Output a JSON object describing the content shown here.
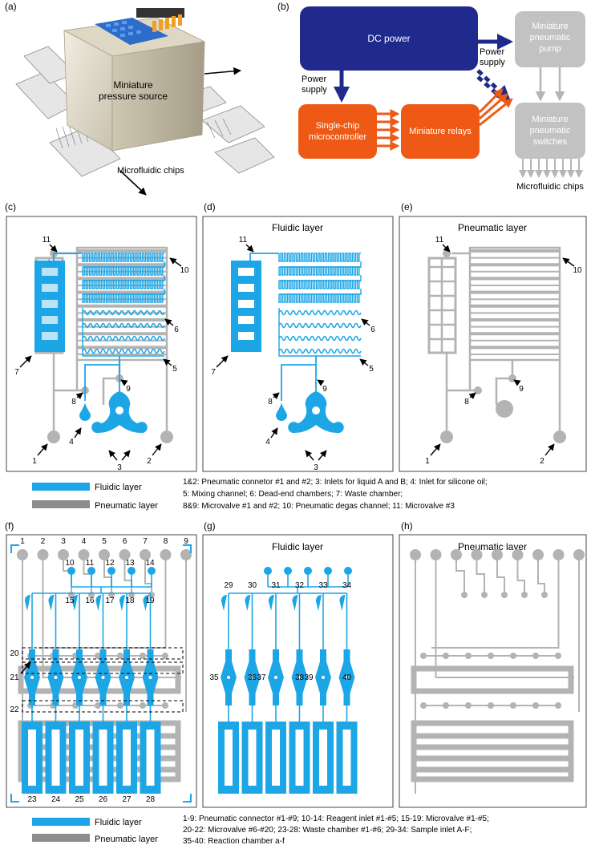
{
  "colors": {
    "fluidic": "#1ca6e6",
    "pneumatic": "#b3b3b3",
    "navy": "#1f2a8c",
    "orange": "#ee5a16",
    "gray_box": "#c2c2c2",
    "frame": "#444444"
  },
  "panel_letters": {
    "a": "(a)",
    "b": "(b)",
    "c": "(c)",
    "d": "(d)",
    "e": "(e)",
    "f": "(f)",
    "g": "(g)",
    "h": "(h)"
  },
  "panel_a": {
    "device_label_1": "Miniature",
    "device_label_2": "pressure source",
    "chips_label": "Microfluidic chips"
  },
  "panel_b": {
    "dc_power": "DC power",
    "pump_1": "Miniature",
    "pump_2": "pneumatic",
    "pump_3": "pump",
    "switch_1": "Miniature",
    "switch_2": "pneumatic",
    "switch_3": "switches",
    "mcu_1": "Single-chip",
    "mcu_2": "microcontroller",
    "relays": "Miniature relays",
    "power_supply_1": "Power",
    "power_supply_2": "supply",
    "chips": "Microfluidic chips"
  },
  "layer_titles": {
    "fluidic": "Fluidic layer",
    "pneumatic": "Pneumatic layer"
  },
  "top_callouts": [
    "1",
    "2",
    "3",
    "4",
    "5",
    "6",
    "7",
    "8",
    "9",
    "10",
    "11"
  ],
  "legend": {
    "fluidic": "Fluidic layer",
    "pneumatic": "Pneumatic layer"
  },
  "caption_top": [
    "1&2: Pneumatic connetor #1 and #2; 3: Inlets for liquid A and B; 4: Inlet for silicone oil;",
    "5: Mixing channel; 6: Dead-end chambers; 7: Waste chamber;",
    "8&9: Microvalve #1 and #2; 10: Pneumatic degas channel; 11: Microvalve #3"
  ],
  "bottom_connectors": [
    "1",
    "2",
    "3",
    "4",
    "5",
    "6",
    "7",
    "8",
    "9"
  ],
  "bottom_reagents": [
    "10",
    "11",
    "12",
    "13",
    "14"
  ],
  "bottom_valves": [
    "15",
    "16",
    "17",
    "18",
    "19"
  ],
  "bottom_rows": [
    "20",
    "21",
    "22"
  ],
  "bottom_waste": [
    "23",
    "24",
    "25",
    "26",
    "27",
    "28"
  ],
  "bottom_samples": [
    "29",
    "30",
    "31",
    "32",
    "33",
    "34"
  ],
  "bottom_reactions": [
    "35",
    "36",
    "37",
    "38",
    "39",
    "40"
  ],
  "caption_bottom": [
    "1-9: Pneumatic connector #1-#9; 10-14: Reagent inlet #1-#5; 15-19: Microvalve #1-#5;",
    "20-22: Microvalve #6-#20;  23-28: Waste chamber #1-#6; 29-34: Sample inlet A-F;",
    "35-40: Reaction chamber a-f"
  ]
}
